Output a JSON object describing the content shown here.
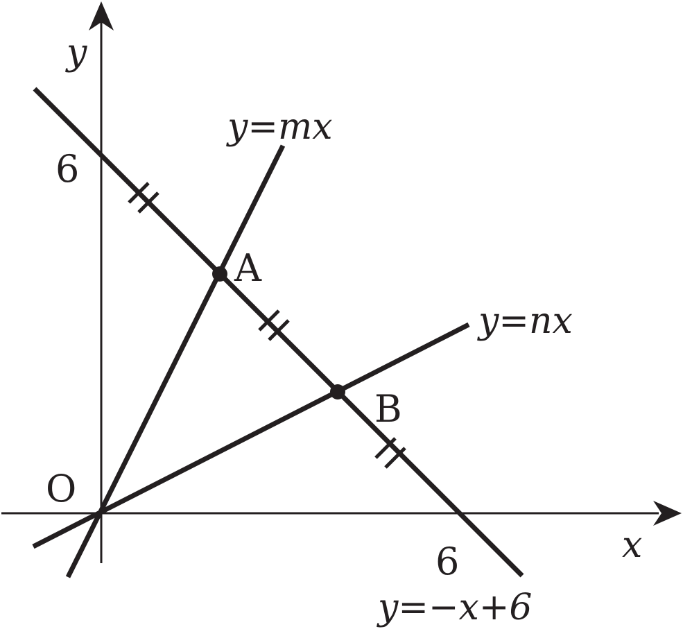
{
  "axes": {
    "x_label": "x",
    "y_label": "y",
    "origin_label": "O",
    "x_intercept_label": "6",
    "y_intercept_label": "6"
  },
  "lines": [
    {
      "id": "line-mx",
      "label": "y=mx"
    },
    {
      "id": "line-nx",
      "label": "y=nx"
    },
    {
      "id": "line-neg-x-plus-6",
      "label": "y=−x+6"
    }
  ],
  "points": [
    {
      "id": "A",
      "label": "A"
    },
    {
      "id": "B",
      "label": "B"
    }
  ],
  "equal_segment_marks": 3,
  "colors": {
    "ink": "#231f20",
    "background": "#ffffff"
  }
}
